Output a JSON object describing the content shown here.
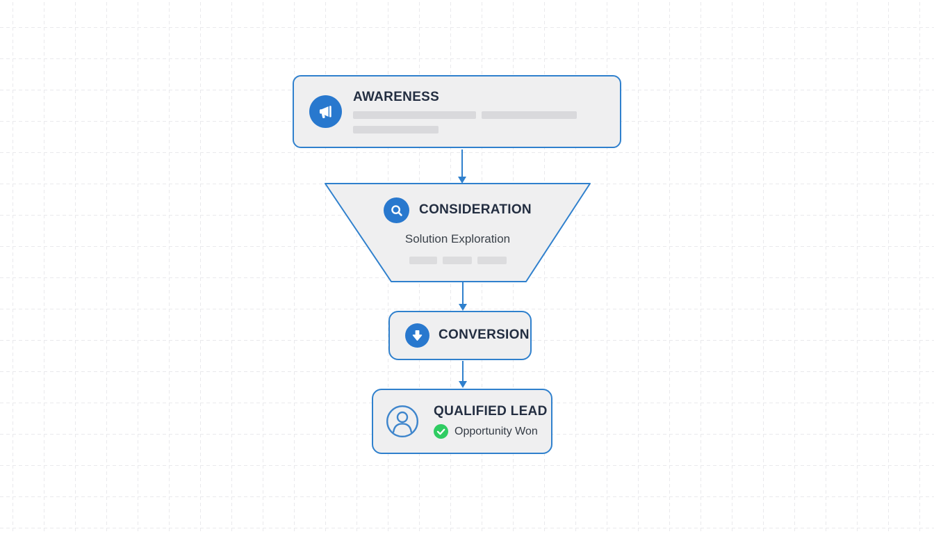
{
  "diagram": {
    "description": "Marketing funnel flowchart on dashed grid canvas",
    "stages": [
      {
        "id": "awareness",
        "title": "AWARENESS",
        "icon": "megaphone-icon",
        "placeholder_bars": 3
      },
      {
        "id": "consideration",
        "title": "CONSIDERATION",
        "subtitle": "Solution Exploration",
        "icon": "magnifier-icon",
        "shape": "inverted-trapezoid",
        "placeholder_bars": 3
      },
      {
        "id": "conversion",
        "title": "CONVERSION",
        "icon": "arrow-down-circle-icon"
      },
      {
        "id": "qualified-lead",
        "title": "QUALIFIED LEAD",
        "status": "Opportunity Won",
        "icon": "user-icon",
        "status_icon": "check-circle-icon"
      }
    ],
    "connectors": 3,
    "colors": {
      "accent_blue": "#2F80CD",
      "icon_blue": "#2878CE",
      "node_fill": "#EFEFF0",
      "title_text": "#232E41",
      "body_text": "#3A4149",
      "skeleton_gray": "#D9D9DC",
      "success_green": "#2FCC62",
      "grid_line": "#E9E9EC",
      "canvas_bg": "#FFFFFF"
    }
  }
}
